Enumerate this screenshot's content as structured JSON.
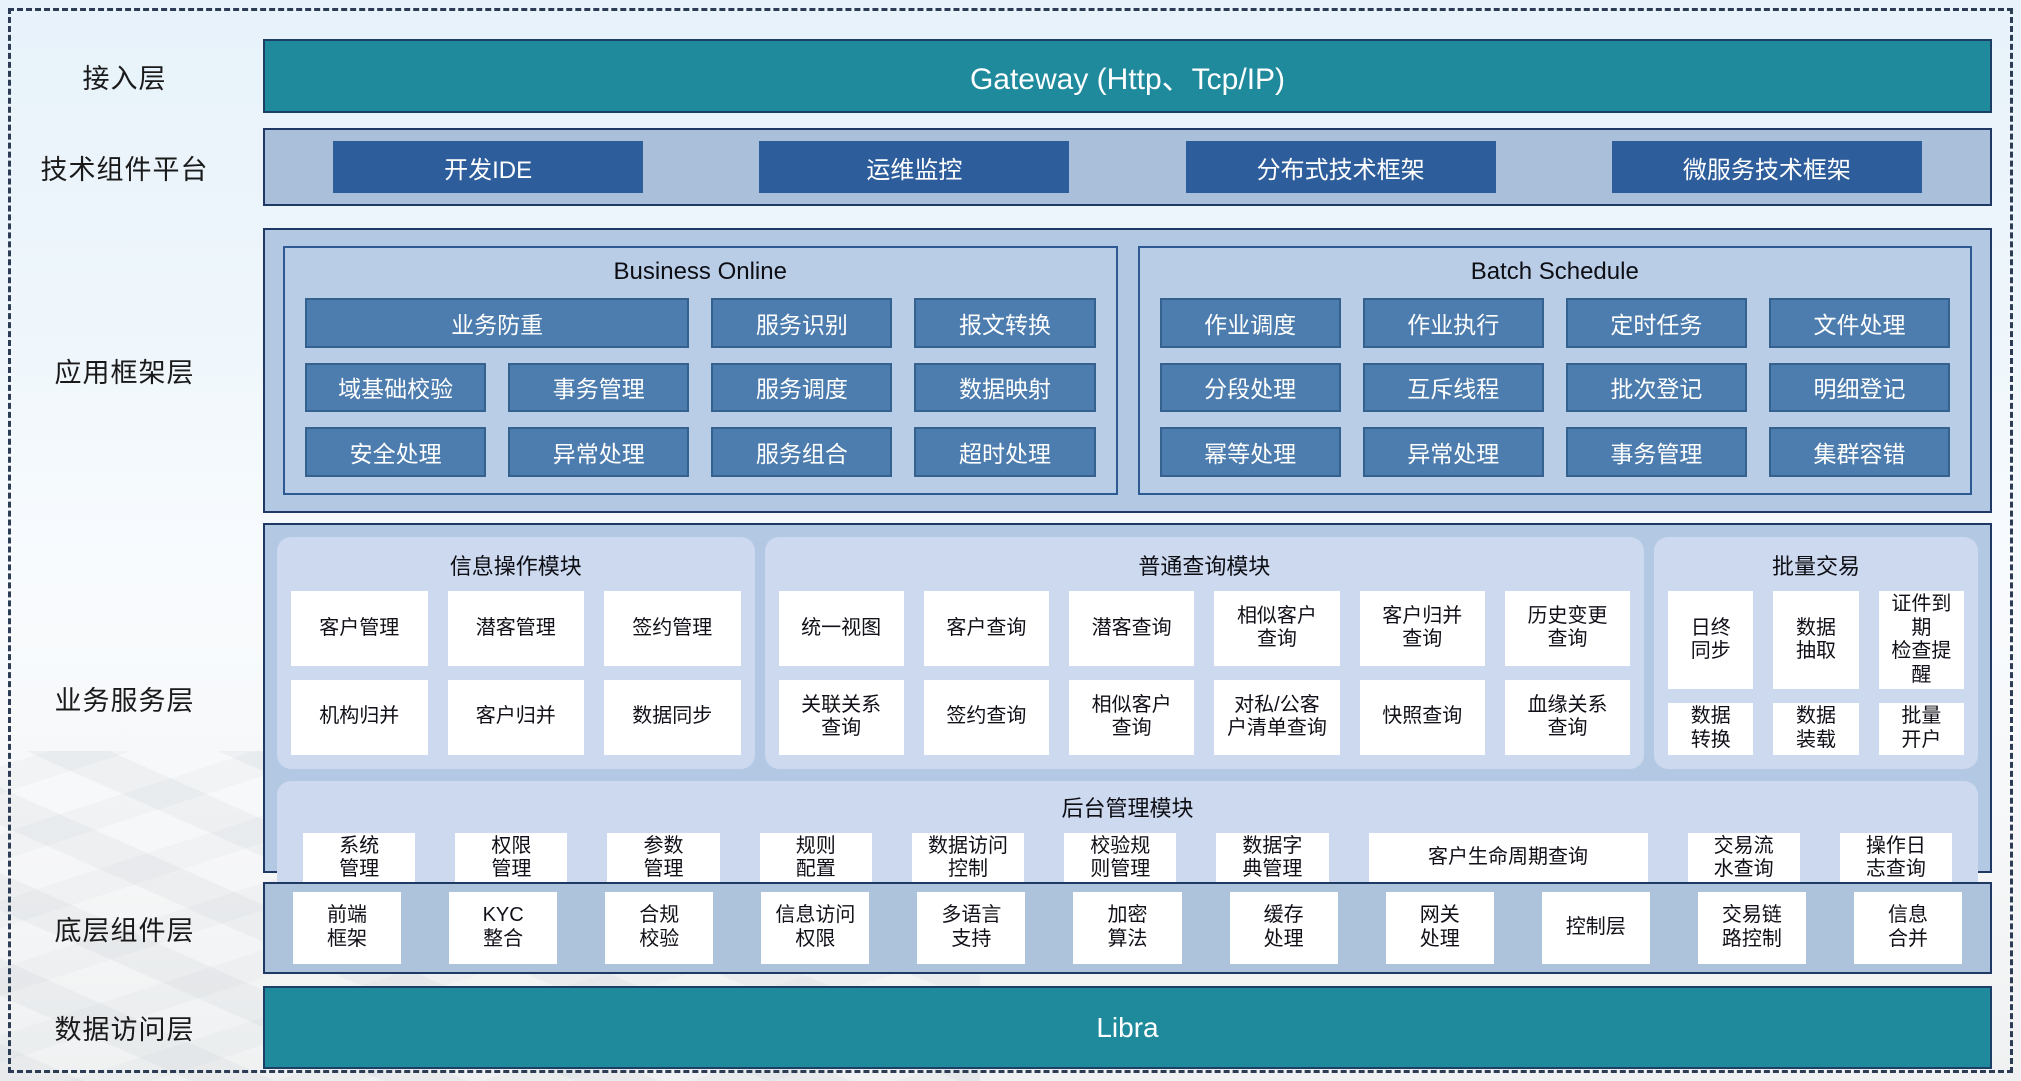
{
  "colors": {
    "teal_bar": "#1e8a9c",
    "navy_border": "#203864",
    "tech_panel_bg": "#aabfd9",
    "tech_button_bg": "#2d5d9b",
    "framework_panel_bg": "#b3c8e2",
    "group_panel_bg": "#b9cde6",
    "framework_button_bg": "#4d7dae",
    "module_panel_bg": "#cdd9ee",
    "card_bg": "#ffffff",
    "dashed_frame": "#2d3c55"
  },
  "side_labels": [
    "接入层",
    "技术组件平台",
    "应用框架层",
    "业务服务层",
    "底层组件层",
    "数据访问层"
  ],
  "access": {
    "title": "Gateway (Http、Tcp/IP)"
  },
  "tech_platform": {
    "buttons": [
      "开发IDE",
      "运维监控",
      "分布式技术框架",
      "微服务技术框架"
    ]
  },
  "app_framework": {
    "business_online": {
      "title": "Business Online",
      "row1": [
        "业务防重",
        "服务识别",
        "报文转换"
      ],
      "row2": [
        "域基础校验",
        "事务管理",
        "服务调度",
        "数据映射"
      ],
      "row3": [
        "安全处理",
        "异常处理",
        "服务组合",
        "超时处理"
      ]
    },
    "batch_schedule": {
      "title": "Batch Schedule",
      "row1": [
        "作业调度",
        "作业执行",
        "定时任务",
        "文件处理"
      ],
      "row2": [
        "分段处理",
        "互斥线程",
        "批次登记",
        "明细登记"
      ],
      "row3": [
        "幂等处理",
        "异常处理",
        "事务管理",
        "集群容错"
      ]
    }
  },
  "business_service": {
    "info_module": {
      "title": "信息操作模块",
      "items": [
        "客户管理",
        "潜客管理",
        "签约管理",
        "机构归并",
        "客户归并",
        "数据同步"
      ]
    },
    "query_module": {
      "title": "普通查询模块",
      "items": [
        "统一视图",
        "客户查询",
        "潜客查询",
        "相似客户\n查询",
        "客户归并\n查询",
        "历史变更\n查询",
        "关联关系\n查询",
        "签约查询",
        "相似客户\n查询",
        "对私/公客\n户清单查询",
        "快照查询",
        "血缘关系\n查询"
      ]
    },
    "batch_module": {
      "title": "批量交易",
      "items": [
        "日终\n同步",
        "数据\n抽取",
        "证件到期\n检查提醒",
        "数据\n转换",
        "数据\n装载",
        "批量\n开户"
      ]
    },
    "admin_module": {
      "title": "后台管理模块",
      "items": [
        "系统\n管理",
        "权限\n管理",
        "参数\n管理",
        "规则\n配置",
        "数据访问\n控制",
        "校验规\n则管理",
        "数据字\n典管理",
        "客户生命周期查询",
        "交易流\n水查询",
        "操作日\n志查询"
      ]
    }
  },
  "base_components": {
    "items": [
      "前端\n框架",
      "KYC\n整合",
      "合规\n校验",
      "信息访问\n权限",
      "多语言\n支持",
      "加密\n算法",
      "缓存\n处理",
      "网关\n处理",
      "控制层",
      "交易链\n路控制",
      "信息\n合并"
    ]
  },
  "data_access": {
    "title": "Libra"
  }
}
